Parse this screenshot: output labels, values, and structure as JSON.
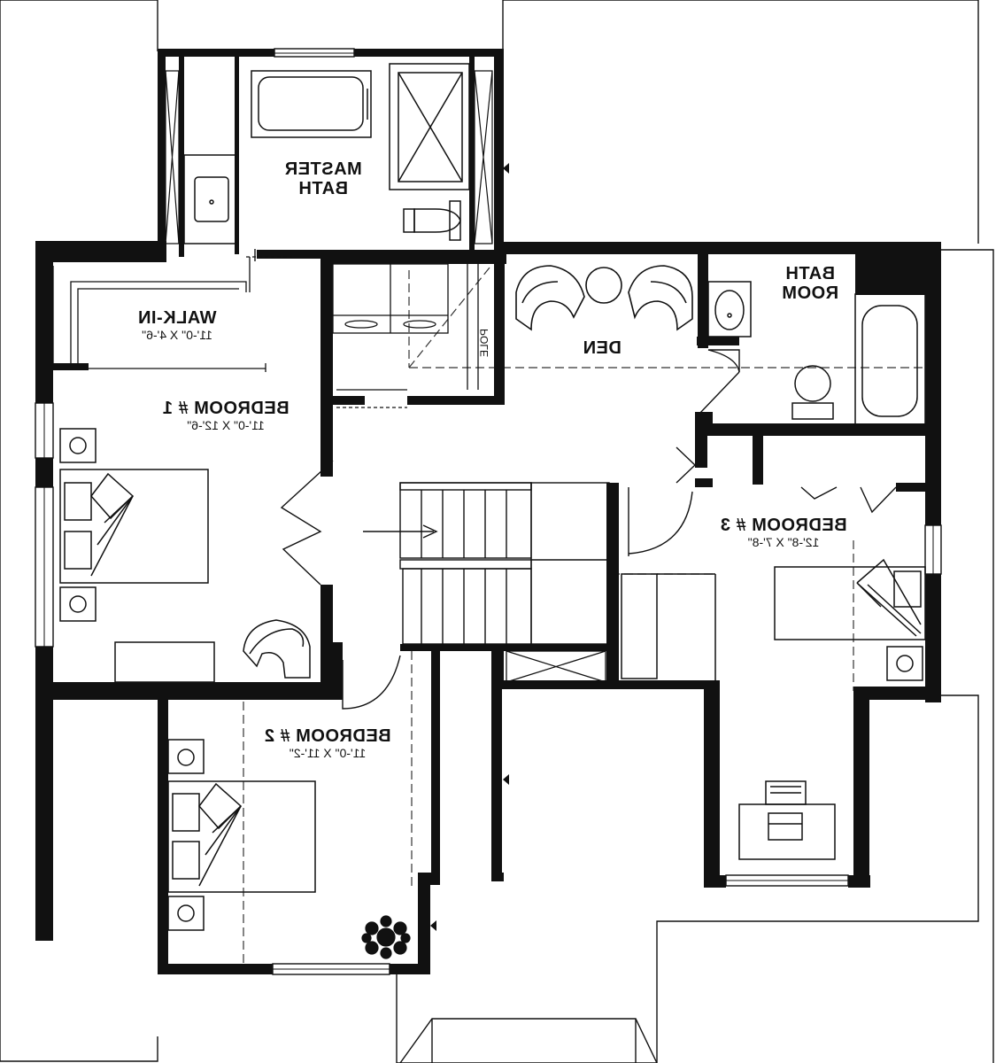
{
  "rooms": {
    "master_bath": {
      "line1": "MASTER",
      "line2": "BATH"
    },
    "bathroom": {
      "line1": "BATH",
      "line2": "ROOM"
    },
    "walk_in": {
      "name": "WALK-IN",
      "dims": "11'-0\" X 4'-6\""
    },
    "bedroom1": {
      "name": "BEDROOM # 1",
      "dims": "11'-0\" X 12'-6\""
    },
    "den": {
      "name": "DEN"
    },
    "pole": {
      "name": "POLE"
    },
    "bedroom3": {
      "name": "BEDROOM # 3",
      "dims": "12'-8\" X 7'-8\""
    },
    "bedroom2": {
      "name": "BEDROOM # 2",
      "dims": "11'-0\" X 11'-2\""
    }
  }
}
